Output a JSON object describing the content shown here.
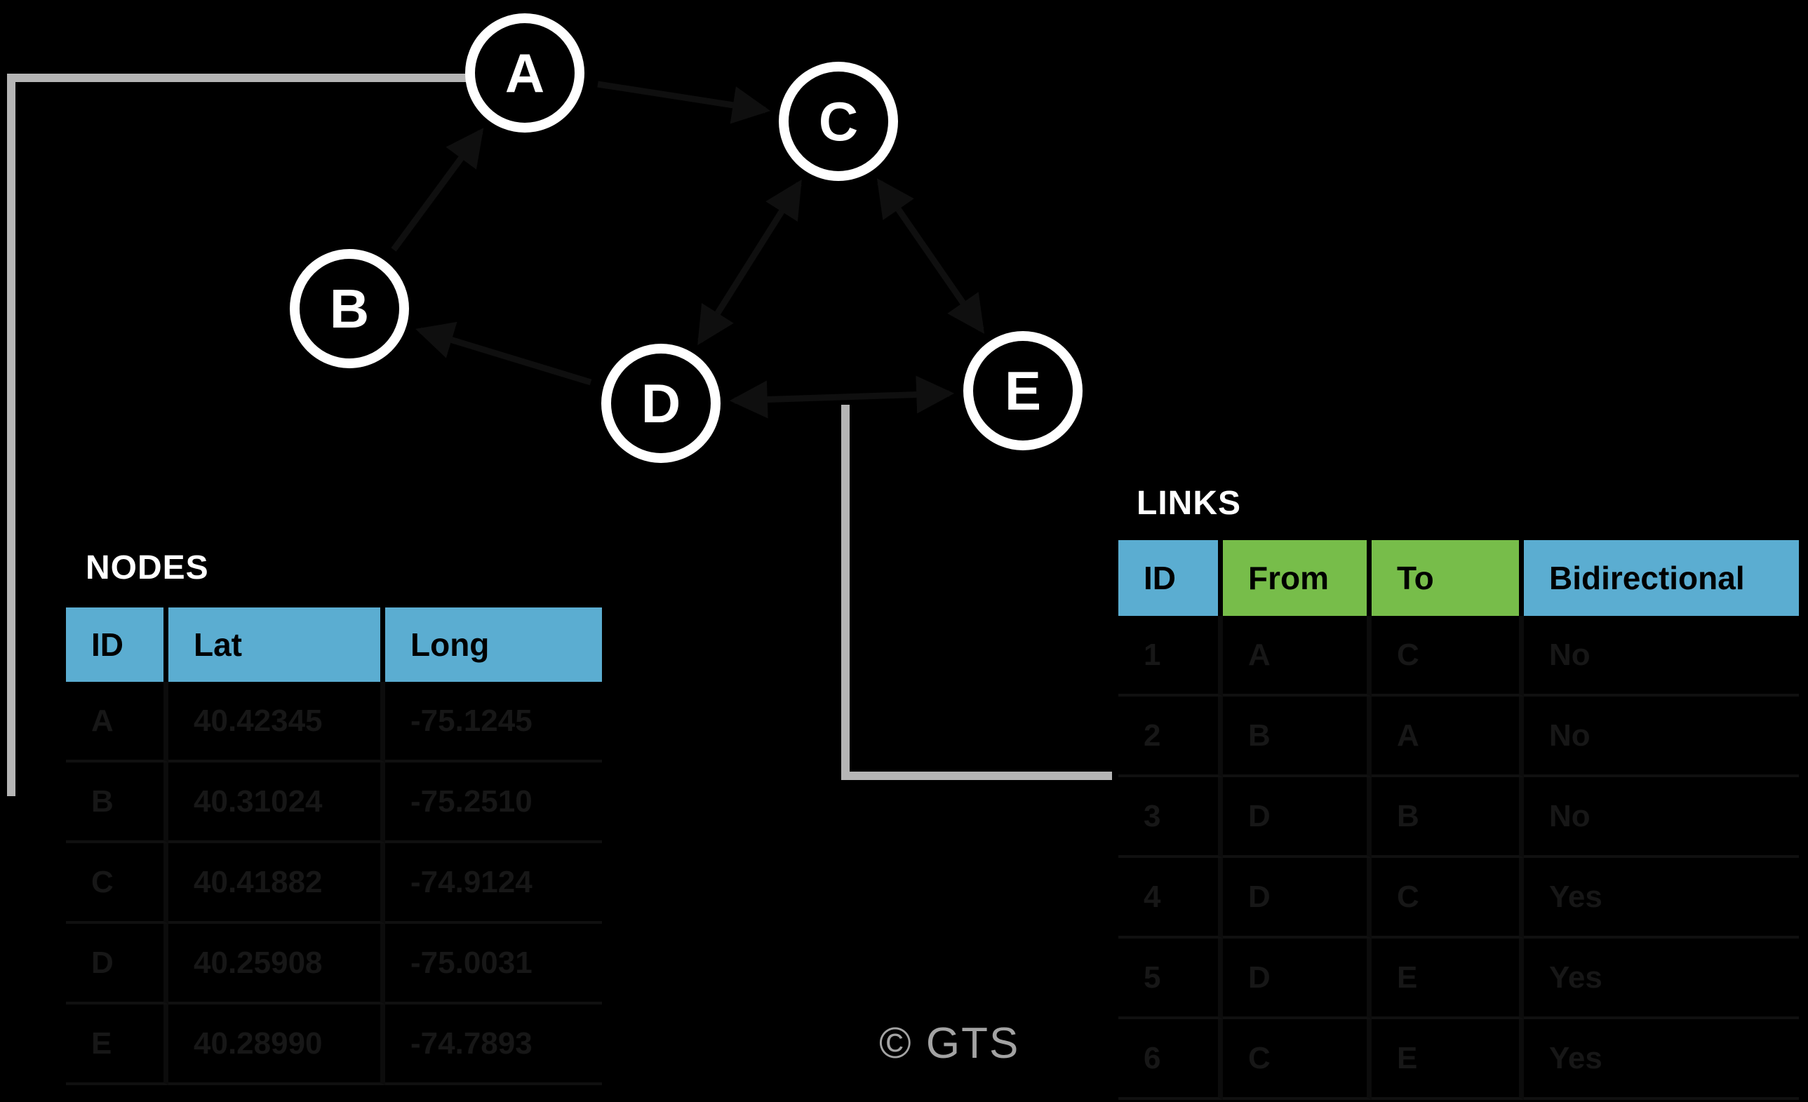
{
  "watermark": "© GTS",
  "colors": {
    "header_blue": "#5badd1",
    "header_green": "#77bd4a",
    "callout_gray": "#b5b5b5",
    "node_ring_white": "#ffffff",
    "edge_dark": "#0f0f0f",
    "row_text_dark": "#171717",
    "watermark_gray": "#a3a3a3"
  },
  "graph": {
    "nodes": [
      {
        "id": "A",
        "label": "A"
      },
      {
        "id": "B",
        "label": "B"
      },
      {
        "id": "C",
        "label": "C"
      },
      {
        "id": "D",
        "label": "D"
      },
      {
        "id": "E",
        "label": "E"
      }
    ],
    "edges": [
      {
        "from": "A",
        "to": "C",
        "bidirectional": "No"
      },
      {
        "from": "B",
        "to": "A",
        "bidirectional": "No"
      },
      {
        "from": "D",
        "to": "B",
        "bidirectional": "No"
      },
      {
        "from": "D",
        "to": "C",
        "bidirectional": "Yes"
      },
      {
        "from": "D",
        "to": "E",
        "bidirectional": "Yes"
      },
      {
        "from": "C",
        "to": "E",
        "bidirectional": "Yes"
      }
    ]
  },
  "nodes_table": {
    "title": "NODES",
    "columns": [
      "ID",
      "Lat",
      "Long"
    ],
    "rows": [
      {
        "id": "A",
        "lat": "40.42345",
        "long": "-75.1245"
      },
      {
        "id": "B",
        "lat": "40.31024",
        "long": "-75.2510"
      },
      {
        "id": "C",
        "lat": "40.41882",
        "long": "-74.9124"
      },
      {
        "id": "D",
        "lat": "40.25908",
        "long": "-75.0031"
      },
      {
        "id": "E",
        "lat": "40.28990",
        "long": "-74.7893"
      }
    ]
  },
  "links_table": {
    "title": "LINKS",
    "columns": [
      "ID",
      "From",
      "To",
      "Bidirectional"
    ],
    "rows": [
      {
        "id": "1",
        "from": "A",
        "to": "C",
        "bidirectional": "No"
      },
      {
        "id": "2",
        "from": "B",
        "to": "A",
        "bidirectional": "No"
      },
      {
        "id": "3",
        "from": "D",
        "to": "B",
        "bidirectional": "No"
      },
      {
        "id": "4",
        "from": "D",
        "to": "C",
        "bidirectional": "Yes"
      },
      {
        "id": "5",
        "from": "D",
        "to": "E",
        "bidirectional": "Yes"
      },
      {
        "id": "6",
        "from": "C",
        "to": "E",
        "bidirectional": "Yes"
      }
    ]
  }
}
